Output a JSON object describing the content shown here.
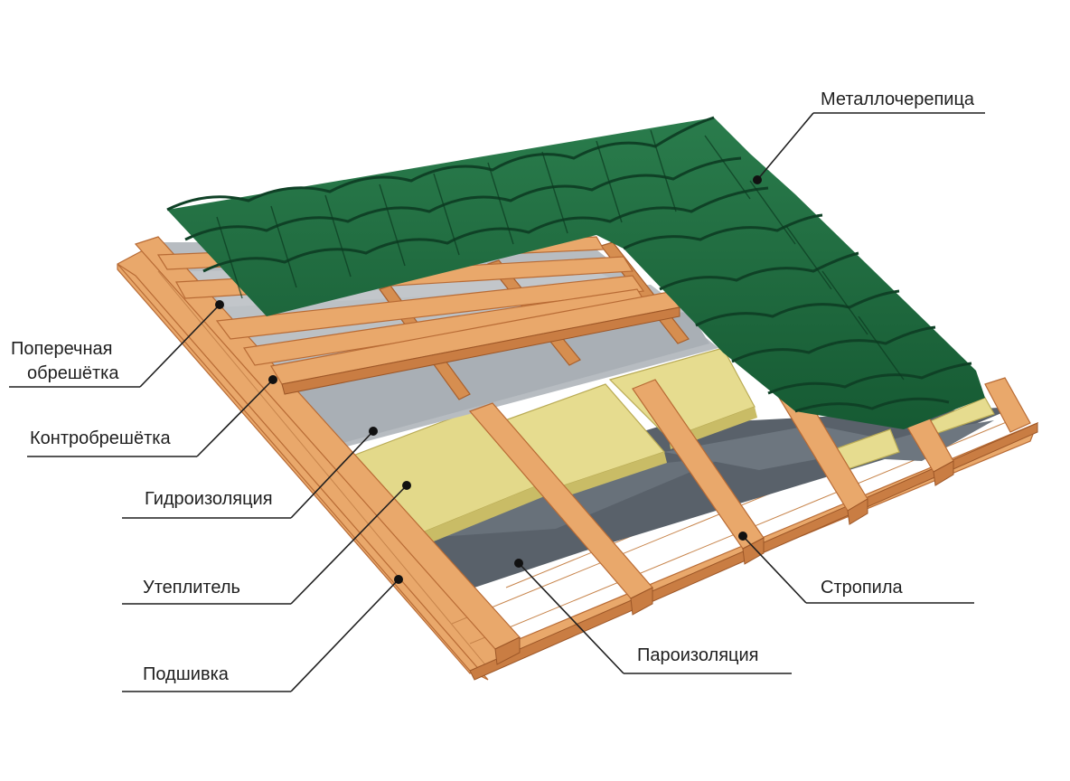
{
  "labels": {
    "metal_tile": "Металлочерепица",
    "cross_batten_line1": "Поперечная",
    "cross_batten_line2": "обрешётка",
    "counter_batten": "Контробрешётка",
    "waterproofing": "Гидроизоляция",
    "insulation": "Утеплитель",
    "soffit": "Подшивка",
    "rafters": "Стропила",
    "vapor_barrier": "Пароизоляция"
  },
  "colors": {
    "metal_tile": "#1f6a3f",
    "metal_tile_shadow": "#0f4126",
    "wood": "#e9a86b",
    "waterproofing": "#b7bcc1",
    "insulation": "#e3d98a",
    "vapor_barrier": "#5b636b",
    "text": "#1f1f1f"
  }
}
